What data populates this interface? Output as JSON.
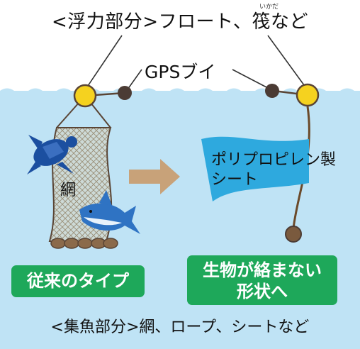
{
  "labels": {
    "top": "<浮力部分>フロート、筏など",
    "top_ruby": "いかだ",
    "gps": "GPSブイ",
    "net": "網",
    "sheet_line1": "ポリプロピレン製",
    "sheet_line2": "シート",
    "badge_old": "従来のタイプ",
    "badge_new_line1": "生物が絡まない",
    "badge_new_line2": "形状へ",
    "bottom": "<集魚部分>網、ロープ、シートなど"
  },
  "colors": {
    "water": "#bfe3f5",
    "float": "#f5d21f",
    "buoy": "#4b3b34",
    "sheet": "#2ea9de",
    "arrow": "#c8a279",
    "badge": "#1ea85a",
    "turtle": "#1b4fa0",
    "shark": "#2f73c3"
  }
}
